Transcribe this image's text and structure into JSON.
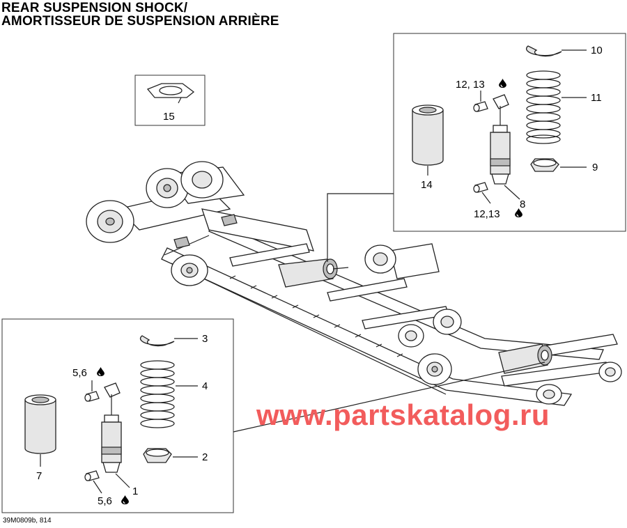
{
  "title_line1": "REAR SUSPENSION SHOCK/",
  "title_line2": "AMORTISSEUR DE SUSPENSION ARRIÈRE",
  "figure_code": "39M0809b, 814",
  "watermark": "www.partskatalog.ru",
  "callouts": {
    "c1": "1",
    "c2": "2",
    "c3": "3",
    "c4": "4",
    "c56_top": "5,6",
    "c56_bottom": "5,6",
    "c7": "7",
    "c8": "8",
    "c9": "9",
    "c10": "10",
    "c11": "11",
    "c1213_top": "12, 13",
    "c1213_bottom": "12,13",
    "c14": "14",
    "c15": "15"
  },
  "icons": {
    "lubricant": "oil-drop-icon"
  }
}
